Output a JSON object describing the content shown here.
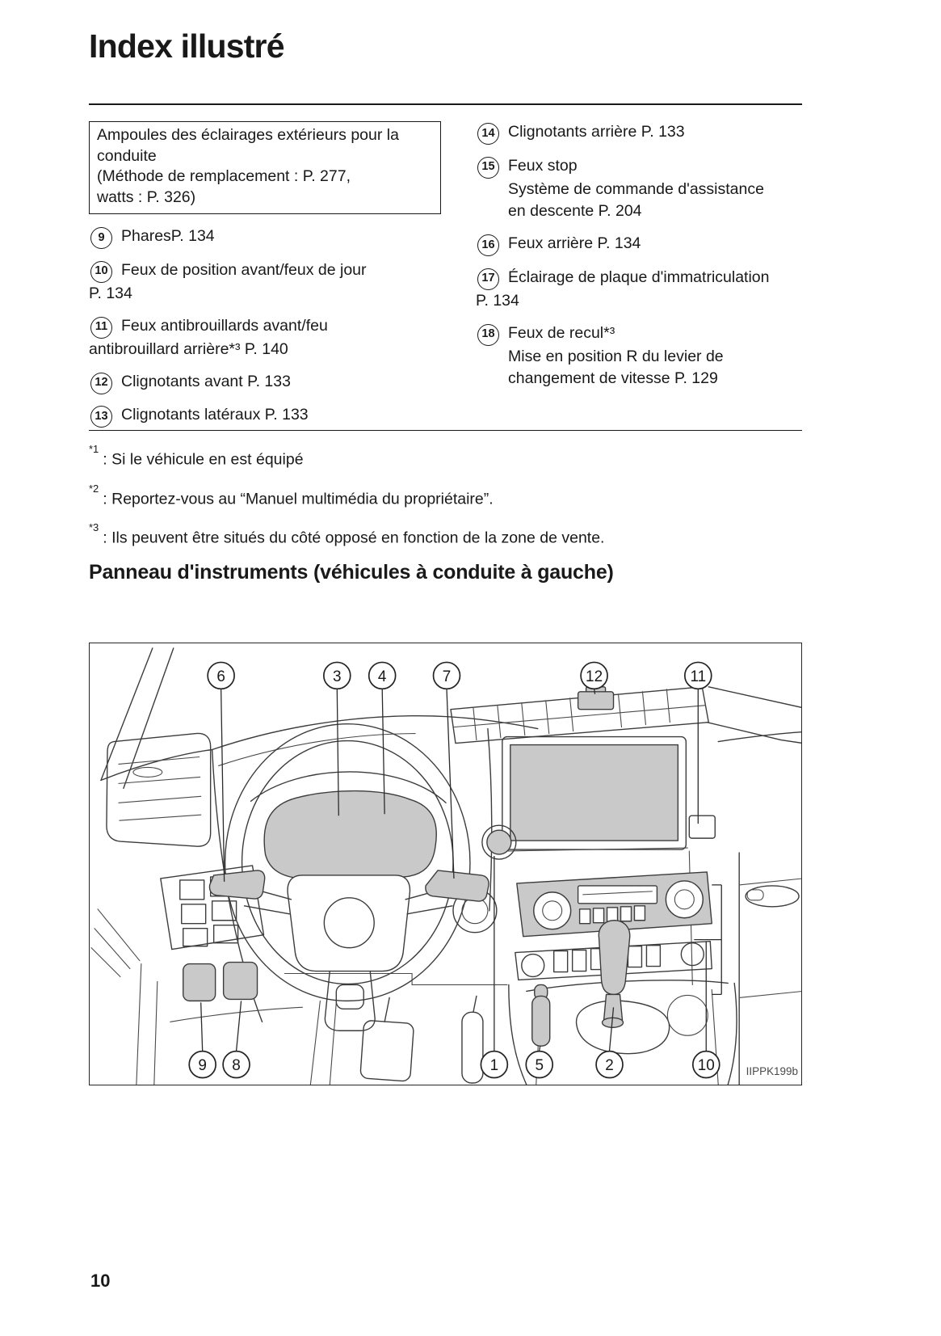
{
  "title": "Index illustré",
  "note_box": {
    "lines": [
      "Ampoules des éclairages extérieurs pour la",
      "conduite",
      "(Méthode de remplacement : P. 277,",
      "watts : P. 326)"
    ]
  },
  "columns": {
    "left": {
      "items": [
        {
          "num": "9",
          "line1": "PharesP. 134"
        },
        {
          "num": "10",
          "line1": "Feux de position avant/feux de jour",
          "cont": [
            "P. 134"
          ]
        },
        {
          "num": "11",
          "line1": "Feux antibrouillards avant/feu",
          "cont": [
            "antibrouillard arrière*³ P. 140"
          ]
        },
        {
          "num": "12",
          "line1": "Clignotants avant P. 133"
        },
        {
          "num": "13",
          "line1": "Clignotants latéraux P. 133"
        }
      ]
    },
    "right": {
      "items": [
        {
          "num": "14",
          "line1": "Clignotants arrière P. 133"
        },
        {
          "num": "15",
          "line1": "Feux stop",
          "sub": [
            "Système de commande d'assistance",
            "en descente P. 204"
          ]
        },
        {
          "num": "16",
          "line1": "Feux arrière P. 134"
        },
        {
          "num": "17",
          "line1": "Éclairage de plaque d'immatriculation",
          "cont": [
            "P. 134"
          ]
        },
        {
          "num": "18",
          "line1": "Feux de recul*³",
          "sub": [
            "Mise en position R du levier de",
            "changement de vitesse P. 129"
          ]
        }
      ]
    }
  },
  "footnotes": [
    {
      "marker": "*1",
      "text": ": Si le véhicule en est équipé"
    },
    {
      "marker": "*2",
      "text": ": Reportez-vous au “Manuel multimédia du propriétaire”."
    },
    {
      "marker": "*3",
      "text": ": Ils peuvent être situés du côté opposé en fonction de la zone de vente."
    }
  ],
  "section_heading": "Panneau d'instruments (véhicules à conduite à gauche)",
  "diagram": {
    "figure_code": "IIPPK199b",
    "callouts_top": [
      "6",
      "3",
      "4",
      "7",
      "12",
      "11"
    ],
    "callouts_bottom": [
      "9",
      "8",
      "1",
      "5",
      "2",
      "10"
    ]
  },
  "page": {
    "number": "10"
  }
}
